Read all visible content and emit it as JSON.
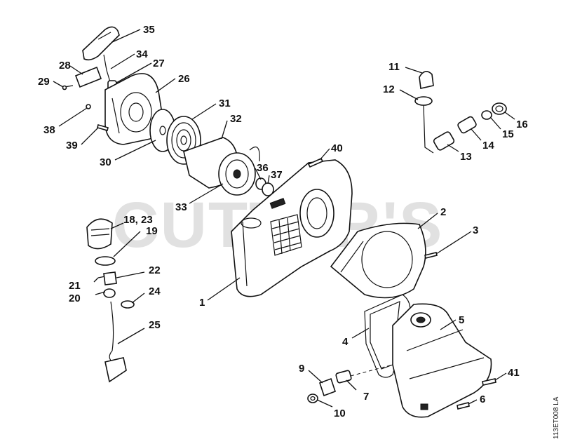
{
  "watermark": "CUTTER'S",
  "drawing_code": "113ET008 LA",
  "callouts": {
    "c1": "1",
    "c2": "2",
    "c3": "3",
    "c4": "4",
    "c5": "5",
    "c6": "6",
    "c7": "7",
    "c9": "9",
    "c10": "10",
    "c11": "11",
    "c12": "12",
    "c13": "13",
    "c14": "14",
    "c15": "15",
    "c16": "16",
    "c1823": "18, 23",
    "c19": "19",
    "c20": "20",
    "c21": "21",
    "c22": "22",
    "c24": "24",
    "c25": "25",
    "c26": "26",
    "c27": "27",
    "c28": "28",
    "c29": "29",
    "c30": "30",
    "c31": "31",
    "c32": "32",
    "c33": "33",
    "c34": "34",
    "c35": "35",
    "c36": "36",
    "c37": "37",
    "c38": "38",
    "c39": "39",
    "c40": "40",
    "c41": "41"
  }
}
